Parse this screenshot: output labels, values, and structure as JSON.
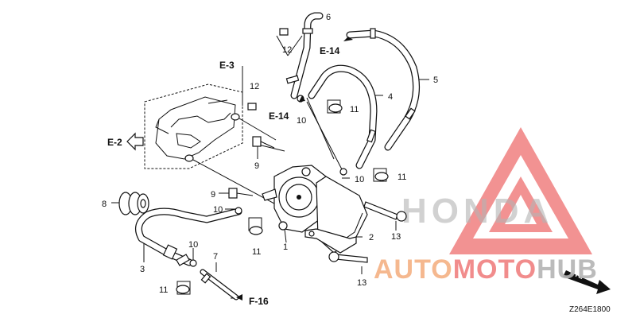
{
  "callouts": {
    "c1": "1",
    "c2": "2",
    "c3": "3",
    "c4": "4",
    "c5": "5",
    "c6": "6",
    "c7": "7",
    "c8": "8",
    "c9a": "9",
    "c9b": "9",
    "c10a": "10",
    "c10b": "10",
    "c10c": "10",
    "c10d": "10",
    "c11a": "11",
    "c11b": "11",
    "c11c": "11",
    "c11d": "11",
    "c12a": "12",
    "c12b": "12",
    "c13a": "13",
    "c13b": "13"
  },
  "refs": {
    "e3": "E-3",
    "e2": "E-2",
    "e14a": "E-14",
    "e14b": "E-14",
    "f16": "F-16",
    "fr": "FR."
  },
  "diagram_code": "Z264E1800",
  "watermark": {
    "brand_part1": "AUTO",
    "brand_part2": "MOTO",
    "brand_part3": "HUB",
    "maker": "HONDA",
    "color_orange": "#f4b183",
    "color_red": "#f08080",
    "color_grey": "#b4b4b4"
  }
}
